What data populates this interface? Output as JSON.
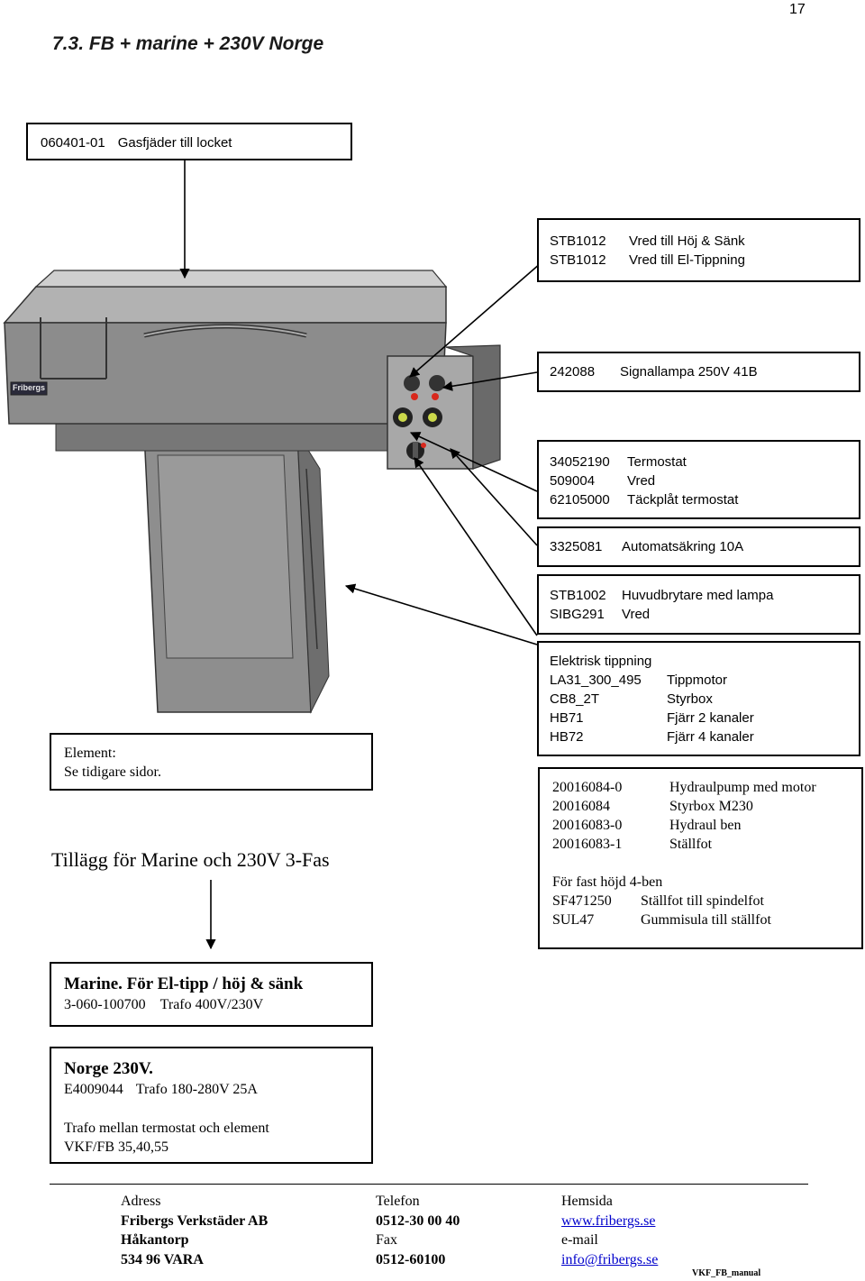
{
  "page_number": "17",
  "heading": "7.3. FB + marine + 230V Norge",
  "boxes": {
    "gas_spring": {
      "code": "060401-01",
      "text": "Gasfjäder till locket"
    },
    "knob": {
      "lines": [
        {
          "code": "STB1012",
          "text": "Vred till Höj & Sänk"
        },
        {
          "code": "STB1012",
          "text": "Vred till El-Tippning"
        }
      ]
    },
    "signal_lamp": {
      "code": "242088",
      "text": "Signallampa 250V  41B"
    },
    "thermostat": {
      "lines": [
        {
          "code": "34052190",
          "text": "Termostat"
        },
        {
          "code": "509004",
          "text": "Vred"
        },
        {
          "code": "62105000",
          "text": "Täckplåt termostat"
        }
      ]
    },
    "fuse": {
      "code": "3325081",
      "text": "Automatsäkring 10A"
    },
    "main_switch": {
      "lines": [
        {
          "code": "STB1002",
          "text": "Huvudbrytare med lampa"
        },
        {
          "code": "SIBG291",
          "text": "Vred"
        }
      ]
    },
    "electric_tipping": {
      "title": "Elektrisk tippning",
      "lines": [
        {
          "code": "LA31_300_495",
          "text": "Tippmotor"
        },
        {
          "code": "CB8_2T",
          "text": "Styrbox"
        },
        {
          "code": "HB71",
          "text": "Fjärr 2 kanaler"
        },
        {
          "code": "HB72",
          "text": "Fjärr 4 kanaler"
        }
      ]
    },
    "hydraulic": {
      "lines": [
        {
          "code": "20016084-0",
          "text": "Hydraulpump med motor"
        },
        {
          "code": "20016084",
          "text": "Styrbox M230"
        },
        {
          "code": "20016083-0",
          "text": "Hydraul ben"
        },
        {
          "code": "20016083-1",
          "text": "Ställfot"
        }
      ],
      "subtitle": "För fast höjd 4-ben",
      "sub_lines": [
        {
          "code": "SF471250",
          "text": "Ställfot till spindelfot"
        },
        {
          "code": "SUL47",
          "text": "Gummisula till ställfot"
        }
      ]
    },
    "element": {
      "line1": "Element:",
      "line2": "Se tidigare sidor.",
      "big": "Tillägg för Marine och 230V 3-Fas"
    },
    "marine": {
      "title": "Marine. För  El-tipp / höj & sänk",
      "code": "3-060-100700",
      "text": "Trafo 400V/230V"
    },
    "norway": {
      "title": "Norge 230V.",
      "code": "E4009044",
      "text": "Trafo 180-280V 25A",
      "line3": "Trafo mellan termostat och element",
      "line4": "VKF/FB 35,40,55"
    }
  },
  "machine": {
    "logo_text": "Fribergs"
  },
  "footer": {
    "col1": [
      "Adress",
      "Fribergs Verkstäder AB",
      "Håkantorp",
      "534 96  VARA"
    ],
    "col2": [
      "Telefon",
      "0512-30 00 40",
      "Fax",
      "0512-60100"
    ],
    "col3": [
      "Hemsida",
      "www.fribergs.se",
      "e-mail",
      "info@fribergs.se"
    ],
    "doc_ref": "VKF_FB_manual"
  },
  "colors": {
    "lamp_red": "#d8281c",
    "body_gray": "#8c8c8c",
    "dark_gray": "#555555"
  }
}
